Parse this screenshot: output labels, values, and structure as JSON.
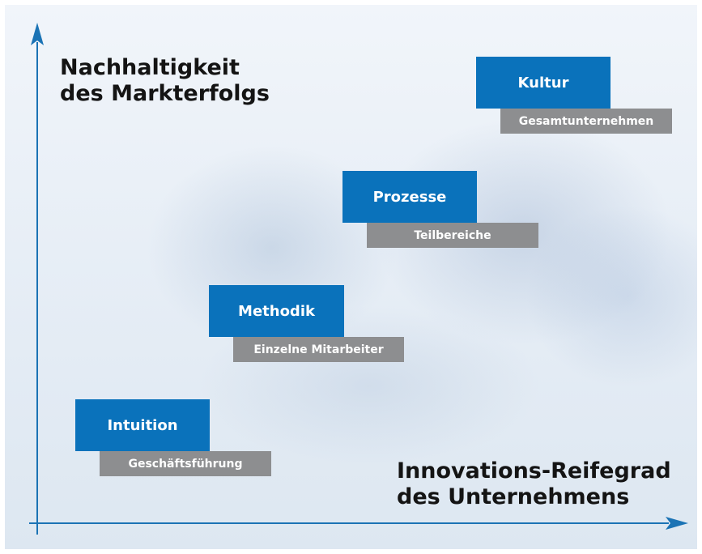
{
  "y_axis_title": "Nachhaltigkeit\ndes Markterfolgs",
  "x_axis_title": "Innovations-Reifegrad\ndes Unternehmens",
  "colors": {
    "axis": "#1b73b5",
    "stage_box": "#0a72bb",
    "stage_sub": "#8d8e90",
    "text_dark": "#141414"
  },
  "stages": [
    {
      "label": "Intuition",
      "sublabel": "Geschäftsführung"
    },
    {
      "label": "Methodik",
      "sublabel": "Einzelne Mitarbeiter"
    },
    {
      "label": "Prozesse",
      "sublabel": "Teilbereiche"
    },
    {
      "label": "Kultur",
      "sublabel": "Gesamtunternehmen"
    }
  ]
}
